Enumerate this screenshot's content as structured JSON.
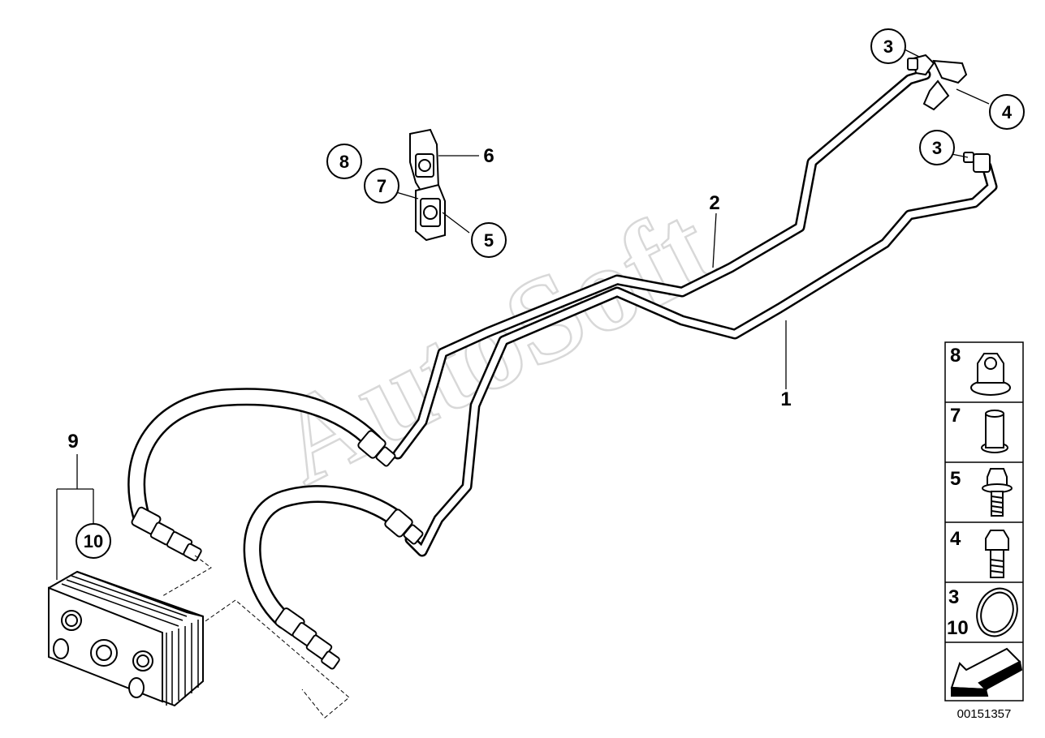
{
  "watermark": "AutoSoft",
  "document_number": "00151357",
  "callouts": [
    {
      "id": "c3a",
      "label": "3"
    },
    {
      "id": "c4",
      "label": "4"
    },
    {
      "id": "c3b",
      "label": "3"
    },
    {
      "id": "c8",
      "label": "8"
    },
    {
      "id": "c7",
      "label": "7"
    },
    {
      "id": "c5",
      "label": "5"
    },
    {
      "id": "c10",
      "label": "10"
    }
  ],
  "plain_labels": [
    {
      "id": "l6",
      "label": "6"
    },
    {
      "id": "l2",
      "label": "2"
    },
    {
      "id": "l1",
      "label": "1"
    },
    {
      "id": "l9",
      "label": "9"
    }
  ],
  "legend": [
    {
      "part": "8",
      "icon": "hex-flange-nut-icon"
    },
    {
      "part": "7",
      "icon": "sleeve-bushing-icon"
    },
    {
      "part": "5",
      "icon": "flange-bolt-icon"
    },
    {
      "part": "4",
      "icon": "hex-bolt-icon"
    },
    {
      "parts": [
        "3",
        "10"
      ],
      "icon": "o-ring-seal-icon"
    },
    {
      "part": "",
      "icon": "direction-arrow-icon"
    }
  ],
  "colors": {
    "line": "#000000",
    "watermark": "#d8d8d8",
    "background": "#ffffff"
  }
}
